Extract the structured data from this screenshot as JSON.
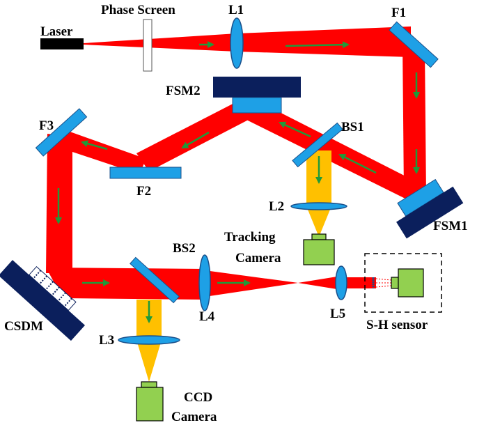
{
  "labels": {
    "laser": "Laser",
    "phase_screen": "Phase Screen",
    "l1": "L1",
    "f1": "F1",
    "fsm2": "FSM2",
    "bs1": "BS1",
    "f3": "F3",
    "f2": "F2",
    "l2": "L2",
    "fsm1": "FSM1",
    "tracking_camera_line1": "Tracking",
    "tracking_camera_line2": "Camera",
    "bs2": "BS2",
    "csdm": "CSDM",
    "l4": "L4",
    "l5": "L5",
    "sh_sensor": "S-H sensor",
    "l3": "L3",
    "ccd_camera_line1": "CCD",
    "ccd_camera_line2": "Camera"
  },
  "colors": {
    "main_beam": "#ff0000",
    "pickoff_beam": "#ffc000",
    "optic": "#1ea0e6",
    "mount": "#0b1f5c",
    "camera": "#92d050",
    "direction_arrow": "#1f9a3a"
  }
}
